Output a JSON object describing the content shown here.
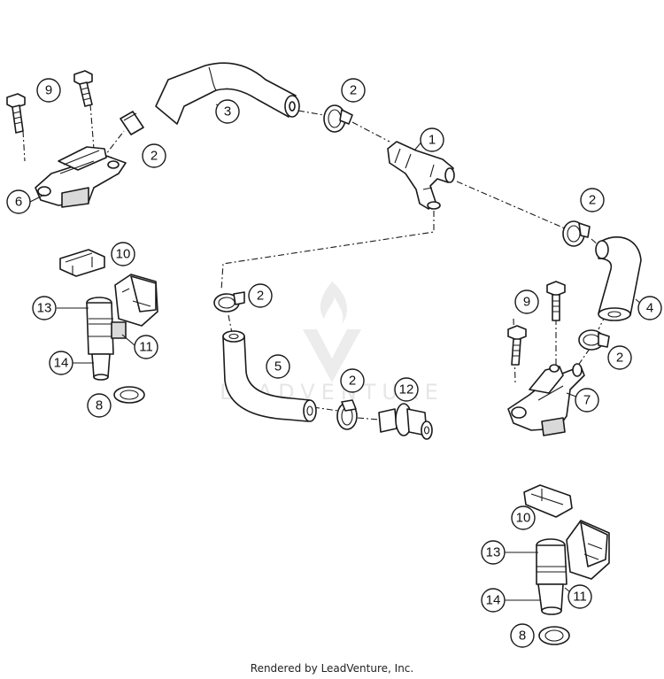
{
  "diagram": {
    "watermark": "LEADVENTURE",
    "footer": "Rendered by LeadVenture, Inc.",
    "callouts": [
      "9",
      "2",
      "3",
      "2",
      "1",
      "6",
      "2",
      "10",
      "13",
      "11",
      "14",
      "8",
      "2",
      "4",
      "5",
      "9",
      "2",
      "2",
      "12",
      "7",
      "10",
      "13",
      "11",
      "14",
      "8"
    ]
  }
}
